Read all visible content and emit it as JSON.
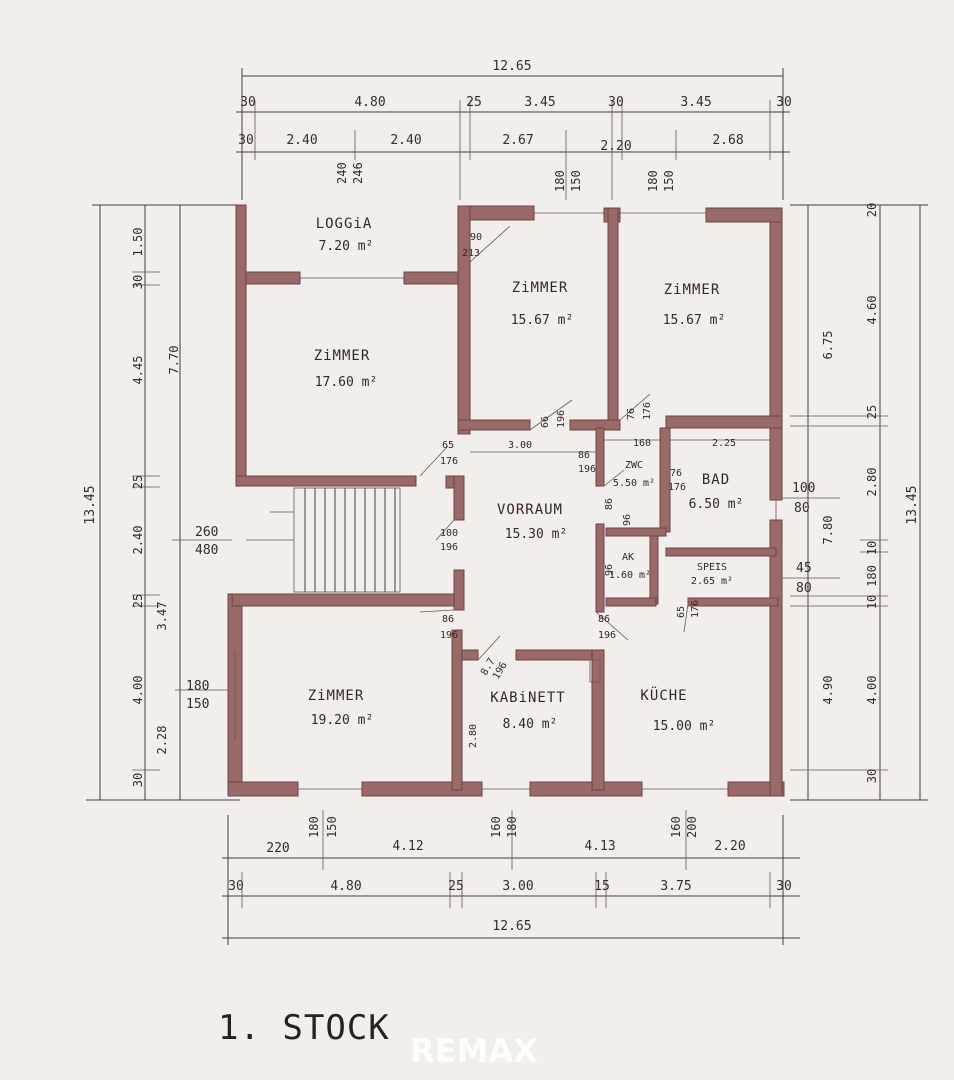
{
  "plan": {
    "title": "1. STOCK",
    "logo": "REMAX",
    "rooms": {
      "loggia": {
        "name": "LOGGiA",
        "area": "7.20 m²"
      },
      "zimmer_nw": {
        "name": "ZiMMER",
        "area": "17.60 m²"
      },
      "zimmer_n1": {
        "name": "ZiMMER",
        "area": "15.67 m²"
      },
      "zimmer_n2": {
        "name": "ZiMMER",
        "area": "15.67 m²"
      },
      "vorraum": {
        "name": "VORRAUM",
        "area": "15.30 m²"
      },
      "wc": {
        "name": "ZWC",
        "area": "5.50 m²"
      },
      "bad": {
        "name": "BAD",
        "area": "6.50 m²"
      },
      "ak": {
        "name": "AK",
        "area": "1.60 m²"
      },
      "speis": {
        "name": "SPEIS",
        "area": "2.65 m²"
      },
      "zimmer_sw": {
        "name": "ZiMMER",
        "area": "19.20 m²"
      },
      "kabinett": {
        "name": "KABiNETT",
        "area": "8.40 m²"
      },
      "kuche": {
        "name": "KÜCHE",
        "area": "15.00 m²"
      }
    },
    "dims": {
      "top_total": "12.65",
      "top_r2": [
        "30",
        "4.80",
        "25",
        "3.45",
        "30",
        "3.45",
        "30"
      ],
      "top_r3": [
        "30",
        "2.40",
        "2.40",
        "2.67",
        "2.20",
        "2.68"
      ],
      "top_win": [
        "240",
        "246",
        "180",
        "150",
        "180",
        "150"
      ],
      "bottom_total": "12.65",
      "bottom_r1": [
        "220",
        "4.12",
        "4.13",
        "2.20"
      ],
      "bottom_r2": [
        "30",
        "4.80",
        "25",
        "3.00",
        "15",
        "3.75",
        "30"
      ],
      "bottom_win": [
        "180",
        "150",
        "160",
        "180",
        "160",
        "200"
      ],
      "left_total": "13.45",
      "left_r1": [
        "7.70",
        "3.47"
      ],
      "left_r2": [
        "1.50",
        "30",
        "4.45",
        "25",
        "2.40",
        "25",
        "4.00",
        "2.28",
        "30"
      ],
      "left_stair": [
        "260",
        "480"
      ],
      "left_win": [
        "180",
        "150"
      ],
      "right_total": "13.45",
      "right_r1": [
        "6.75",
        "7.80",
        "4.90",
        "4.00"
      ],
      "right_r2": [
        "20",
        "4.60",
        "25",
        "2.80",
        "10",
        "180",
        "10",
        "30"
      ],
      "right_win": [
        "100",
        "80",
        "45",
        "80"
      ],
      "inner": [
        "3.00",
        "160",
        "2.25",
        "2.80",
        "86",
        "96",
        "96"
      ],
      "doors": [
        "90",
        "213",
        "65",
        "176",
        "66",
        "196",
        "76",
        "176",
        "100",
        "196",
        "86",
        "196",
        "86",
        "196",
        "86",
        "196",
        "76",
        "176",
        "65",
        "176",
        "8.7",
        "196"
      ]
    }
  }
}
